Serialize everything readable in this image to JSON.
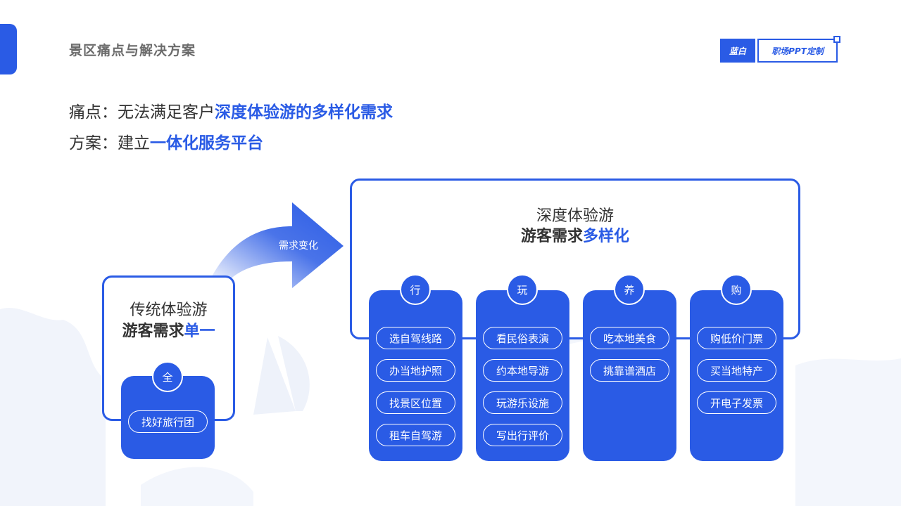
{
  "header": {
    "title": "景区痛点与解决方案",
    "brand_left": "蓝白",
    "brand_right": "职场PPT定制"
  },
  "statements": {
    "pain_label": "痛点：",
    "pain_text": "无法满足客户",
    "pain_highlight": "深度体验游的多样化需求",
    "solution_label": "方案：",
    "solution_text": "建立",
    "solution_highlight": "一体化服务平台"
  },
  "arrow": {
    "label": "需求变化"
  },
  "traditional": {
    "title": "传统体验游",
    "subtitle_plain": "游客需求",
    "subtitle_highlight": "单一",
    "column": {
      "badge": "全",
      "items": [
        "找好旅行团"
      ]
    }
  },
  "deep": {
    "title": "深度体验游",
    "subtitle_plain": "游客需求",
    "subtitle_highlight": "多样化",
    "columns": [
      {
        "badge": "行",
        "items": [
          "选自驾线路",
          "办当地护照",
          "找景区位置",
          "租车自驾游"
        ]
      },
      {
        "badge": "玩",
        "items": [
          "看民俗表演",
          "约本地导游",
          "玩游乐设施",
          "写出行评价"
        ]
      },
      {
        "badge": "养",
        "items": [
          "吃本地美食",
          "挑靠谱酒店"
        ]
      },
      {
        "badge": "购",
        "items": [
          "购低价门票",
          "买当地特产",
          "开电子发票"
        ]
      }
    ]
  },
  "colors": {
    "accent": "#2a5be5",
    "text": "#333333",
    "title": "#6b6b6b"
  }
}
